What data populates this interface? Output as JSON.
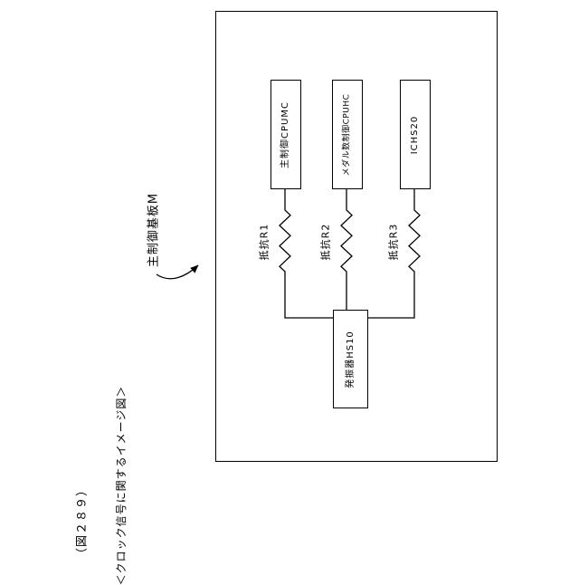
{
  "figure": {
    "number_label": "（図２８９）",
    "caption": "＜クロック信号に関するイメージ図＞"
  },
  "board": {
    "label": "主制御基板M"
  },
  "ics": [
    {
      "label": "主制御CPUMC"
    },
    {
      "label": "メダル数制御CPUHC"
    },
    {
      "label": "ICHS20"
    }
  ],
  "resistors": [
    {
      "label": "抵抗R1"
    },
    {
      "label": "抵抗R2"
    },
    {
      "label": "抵抗R3"
    }
  ],
  "oscillator": {
    "label": "発振器HS10"
  },
  "colors": {
    "ink": "#000000",
    "paper": "#ffffff"
  }
}
